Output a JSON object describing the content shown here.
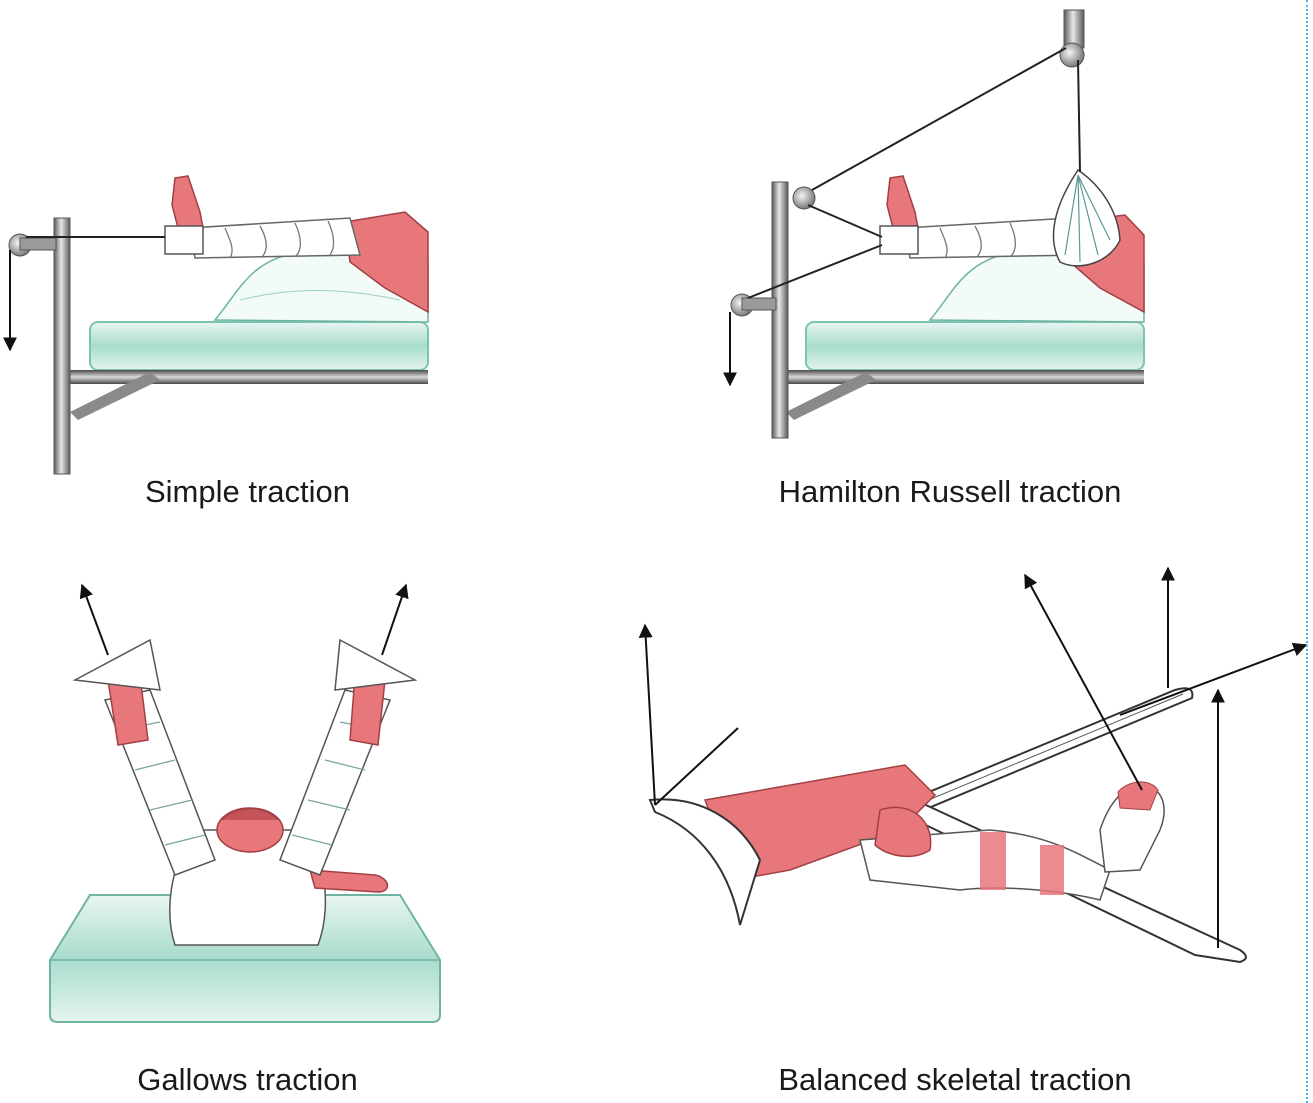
{
  "panels": [
    {
      "id": "simple",
      "caption": "Simple traction"
    },
    {
      "id": "hamilton",
      "caption": "Hamilton Russell traction"
    },
    {
      "id": "gallows",
      "caption": "Gallows traction"
    },
    {
      "id": "balanced",
      "caption": "Balanced skeletal traction"
    }
  ],
  "colors": {
    "skin": "#e8777b",
    "skin_dark": "#c4545a",
    "mattress": "#b9e2d8",
    "mattress_edge": "#7cc4b2",
    "frame": "#6b6b6b",
    "frame_light": "#cfcfcf",
    "rope": "#222222",
    "bandage": "#ffffff",
    "bandage_line": "#8a9a98",
    "page_edge_dots": "#4fb6e6"
  }
}
